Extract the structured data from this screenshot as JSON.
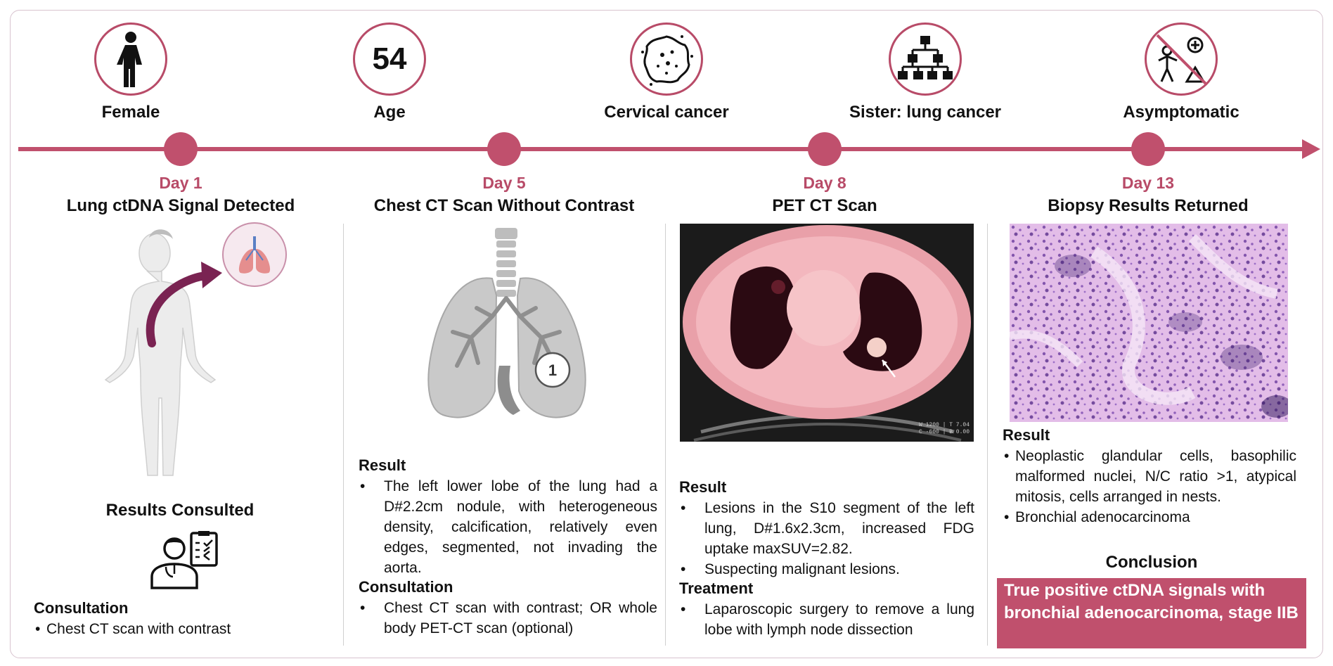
{
  "top_items": [
    {
      "label": "Female",
      "icon": "female-person-icon"
    },
    {
      "label": "Age",
      "value": "54",
      "icon": "age-number"
    },
    {
      "label": "Cervical cancer",
      "icon": "cancer-cell-icon"
    },
    {
      "label": "Sister: lung cancer",
      "icon": "family-tree-icon"
    },
    {
      "label": "Asymptomatic",
      "icon": "asymptomatic-icon"
    }
  ],
  "steps": [
    {
      "day": "Day 1",
      "title": "Lung ctDNA Signal Detected"
    },
    {
      "day": "Day 5",
      "title": "Chest CT Scan Without Contrast"
    },
    {
      "day": "Day 8",
      "title": "PET CT Scan"
    },
    {
      "day": "Day 13",
      "title": "Biopsy Results Returned"
    }
  ],
  "col1": {
    "results_heading": "Results Consulted",
    "consultation_heading": "Consultation",
    "consultation_items": [
      "Chest CT scan with contrast"
    ]
  },
  "col2": {
    "lung_marker": "1",
    "result_heading": "Result",
    "result_items": [
      "The left lower lobe of the lung had a D#2.2cm nodule, with heterogeneous density, calcification, relatively even edges, segmented, not invading the aorta."
    ],
    "consultation_heading": "Consultation",
    "consultation_items": [
      "Chest CT scan with contrast; OR whole body PET-CT scan (optional)"
    ]
  },
  "col3": {
    "scan_text_1": "W 1200 | T 7.04",
    "scan_text_2": "C -600 | B 0.00",
    "result_heading": "Result",
    "result_items": [
      "Lesions in the S10 segment of the left lung, D#1.6x2.3cm, increased FDG uptake maxSUV=2.82.",
      "Suspecting malignant lesions."
    ],
    "treatment_heading": "Treatment",
    "treatment_items": [
      "Laparoscopic surgery to remove a lung lobe with lymph node dissection"
    ]
  },
  "col4": {
    "result_heading": "Result",
    "result_items": [
      "Neoplastic glandular cells, basophilic malformed nuclei, N/C ratio >1, atypical mitosis, cells arranged in nests.",
      "Bronchial adenocarcinoma"
    ],
    "conclusion_heading": "Conclusion",
    "conclusion_text": "True positive ctDNA signals with bronchial adenocarcinoma, stage IIB"
  },
  "colors": {
    "accent": "#c0506d",
    "accent_dark": "#b84b68",
    "stain": "#9b5fc0"
  }
}
